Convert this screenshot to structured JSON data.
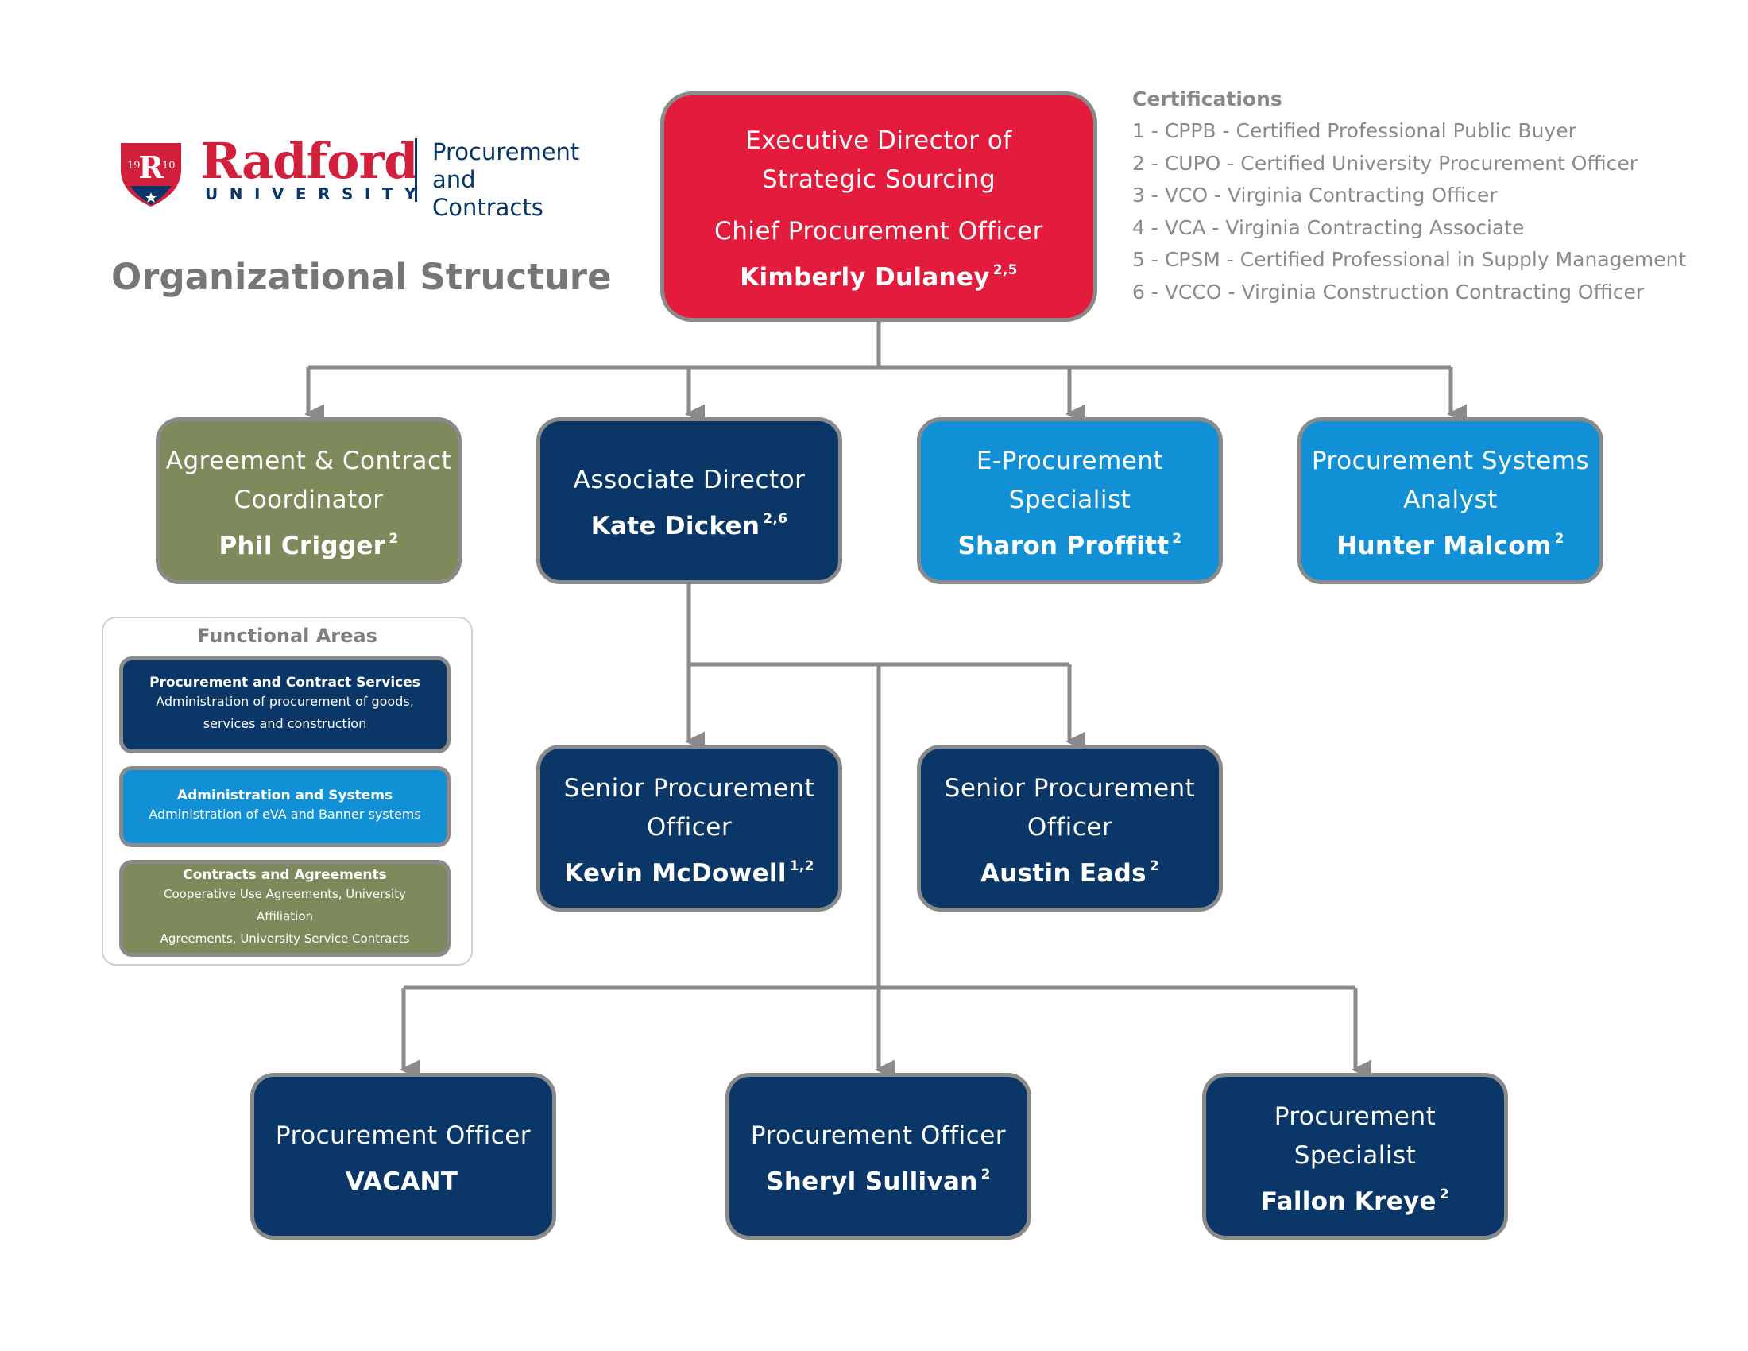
{
  "logo": {
    "year_left": "19",
    "year_right": "10",
    "monogram": "R",
    "wordmark": "Radford",
    "university": "UNIVERSITY",
    "department_lines": [
      "Procurement and",
      "Contracts"
    ]
  },
  "page_title": "Organizational Structure",
  "certifications": {
    "heading": "Certifications",
    "items": [
      "1 - CPPB - Certified Professional Public Buyer",
      "2 - CUPO - Certified University Procurement Officer",
      "3 - VCO - Virginia Contracting Officer",
      "4 - VCA - Virginia Contracting Associate",
      "5 - CPSM - Certified Professional in Supply Management",
      "6 - VCCO - Virginia Construction Contracting Officer"
    ]
  },
  "positions": {
    "executive": {
      "title_lines": [
        "Executive Director of",
        "Strategic Sourcing"
      ],
      "subtitle": "Chief Procurement Officer",
      "name": "Kimberly Dulaney",
      "certs": "2,5"
    },
    "agreement_coordinator": {
      "title_lines": [
        "Agreement & Contract",
        "Coordinator"
      ],
      "name": "Phil Crigger",
      "certs": "2"
    },
    "associate_director": {
      "title_lines": [
        "Associate Director"
      ],
      "name": "Kate Dicken",
      "certs": "2,6"
    },
    "eprocurement": {
      "title_lines": [
        "E-Procurement",
        "Specialist"
      ],
      "name": "Sharon Proffitt",
      "certs": "2"
    },
    "systems_analyst": {
      "title_lines": [
        "Procurement Systems",
        "Analyst"
      ],
      "name": "Hunter Malcom",
      "certs": "2"
    },
    "senior_officer_1": {
      "title_lines": [
        "Senior Procurement",
        "Officer"
      ],
      "name": "Kevin McDowell",
      "certs": "1,2"
    },
    "senior_officer_2": {
      "title_lines": [
        "Senior Procurement",
        "Officer"
      ],
      "name": "Austin Eads",
      "certs": "2"
    },
    "officer_1": {
      "title_lines": [
        "Procurement Officer"
      ],
      "name": "VACANT",
      "certs": ""
    },
    "officer_2": {
      "title_lines": [
        "Procurement Officer"
      ],
      "name": "Sheryl Sullivan",
      "certs": "2"
    },
    "specialist": {
      "title_lines": [
        "Procurement",
        "Specialist"
      ],
      "name": "Fallon Kreye",
      "certs": "2"
    }
  },
  "functional_areas": {
    "heading": "Functional Areas",
    "items": [
      {
        "title": "Procurement and Contract Services",
        "description_lines": [
          "Administration of procurement of goods,",
          "services and construction"
        ]
      },
      {
        "title": "Administration and Systems",
        "description_lines": [
          "Administration of eVA and Banner systems"
        ]
      },
      {
        "title": "Contracts and Agreements",
        "description_lines": [
          "Cooperative Use Agreements, University Affiliation",
          "Agreements, University Service Contracts"
        ]
      }
    ]
  },
  "colors": {
    "executive_red": "#e31b3d",
    "navy": "#0a3668",
    "sky_blue": "#1290d6",
    "olive": "#7f8a5c",
    "connector_gray": "#8a8a8a",
    "title_gray": "#767676"
  }
}
